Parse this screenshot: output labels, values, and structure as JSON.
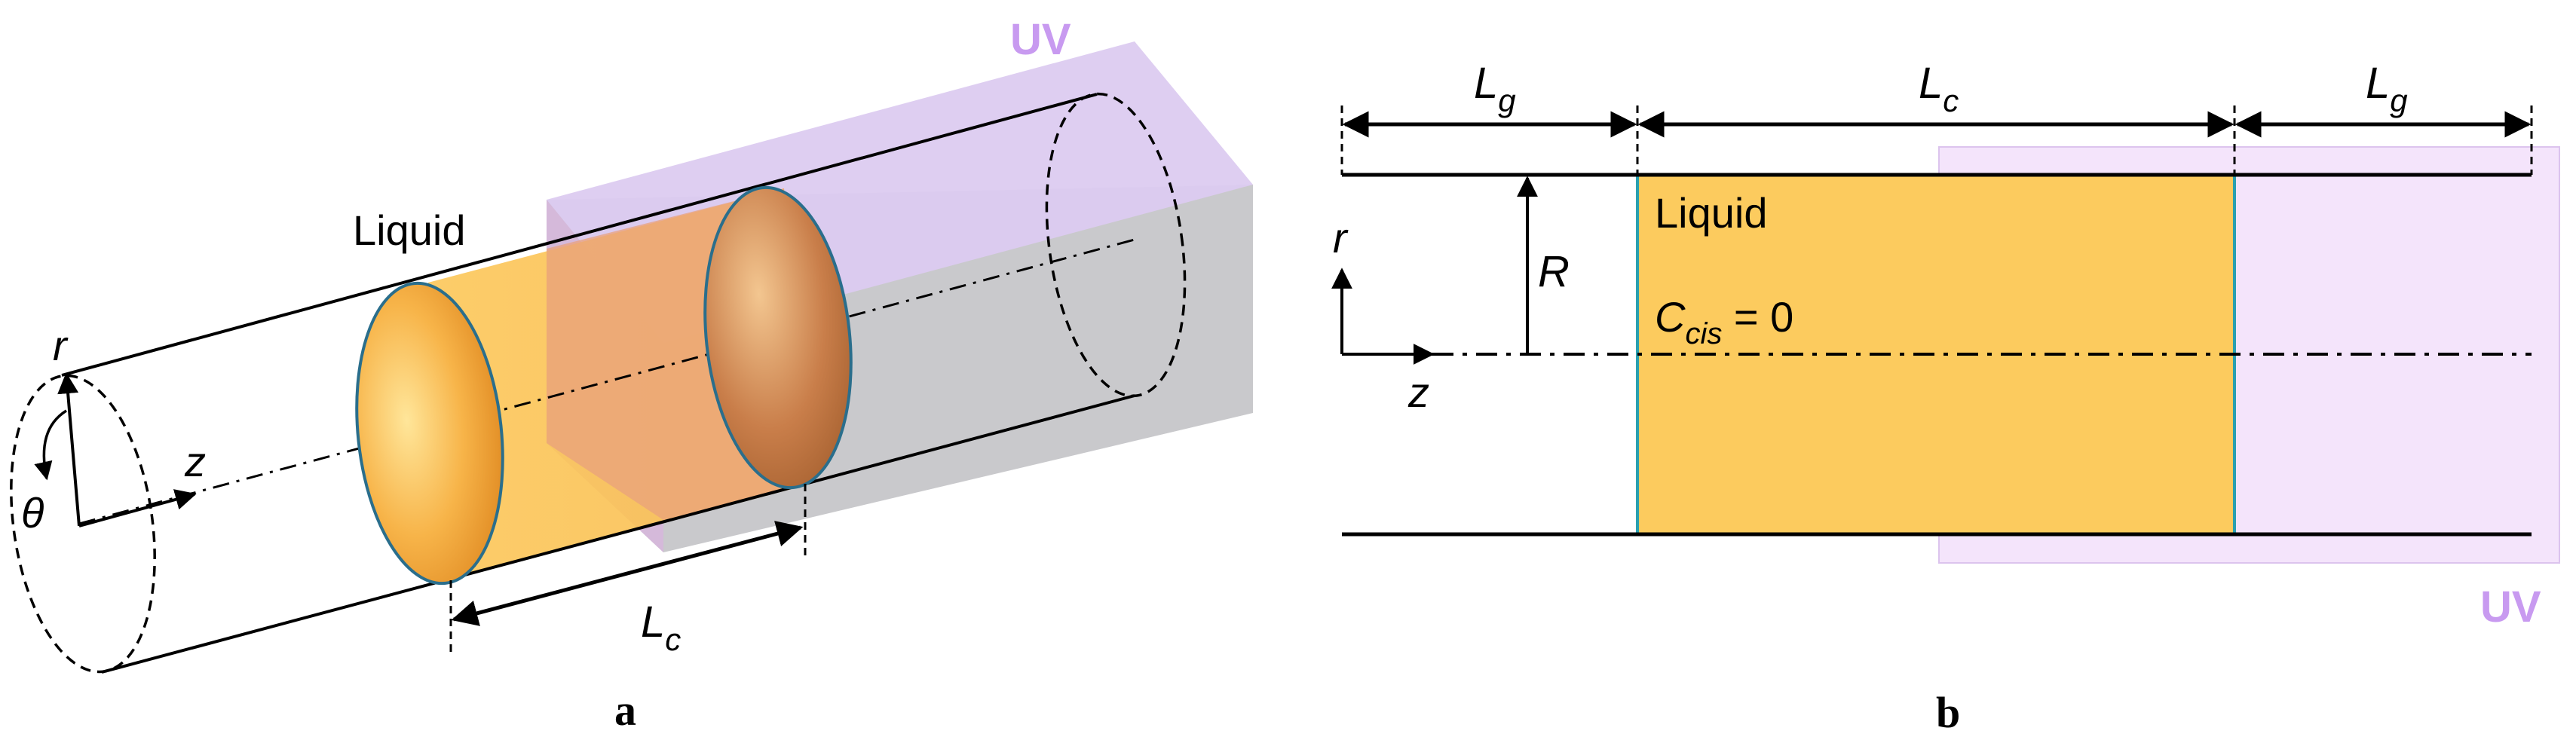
{
  "panel_a": {
    "caption": "a",
    "uv_label": "UV",
    "liquid_label": "Liquid",
    "r_label": "r",
    "z_label": "z",
    "theta_label": "θ",
    "lc_label": "L",
    "lc_sub": "c"
  },
  "panel_b": {
    "caption": "b",
    "uv_label": "UV",
    "liquid_label": "Liquid",
    "lg_left_label": "L",
    "lg_left_sub": "g",
    "lc_label": "L",
    "lc_sub": "c",
    "lg_right_label": "L",
    "lg_right_sub": "g",
    "r_label": "r",
    "z_label": "z",
    "R_label": "R",
    "ccis_label": "C",
    "ccis_sub": "cis",
    "ccis_value": " = 0"
  },
  "colors": {
    "liquid": "#fccb5e",
    "uv_face": "#dccbf0",
    "uv_fill_b": "#f4e4fb",
    "uv_text": "#c89af0",
    "gray_block": "#c9c9cc",
    "interface_line": "#2aa0b0",
    "ellipse_rim": "#2a6e8c"
  }
}
